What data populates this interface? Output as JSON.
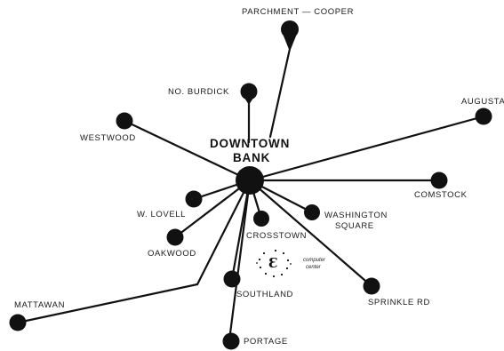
{
  "hub": {
    "line1": "DOWNTOWN",
    "line2": "BANK"
  },
  "branches": [
    {
      "id": "parchment-cooper",
      "label": "PARCHMENT — COOPER"
    },
    {
      "id": "no-burdick",
      "label": "NO. BURDICK"
    },
    {
      "id": "augusta",
      "label": "AUGUSTA"
    },
    {
      "id": "westwood",
      "label": "WESTWOOD"
    },
    {
      "id": "comstock",
      "label": "COMSTOCK"
    },
    {
      "id": "w-lovell",
      "label": "W. LOVELL"
    },
    {
      "id": "washington-square",
      "label_line1": "WASHINGTON",
      "label_line2": "SQUARE"
    },
    {
      "id": "crosstown",
      "label": "CROSSTOWN"
    },
    {
      "id": "oakwood",
      "label": "OAKWOOD"
    },
    {
      "id": "mattawan",
      "label": "MATTAWAN"
    },
    {
      "id": "southland",
      "label": "SOUTHLAND"
    },
    {
      "id": "sprinkle-rd",
      "label": "SPRINKLE RD"
    },
    {
      "id": "portage",
      "label": "PORTAGE"
    }
  ],
  "computer_center": {
    "line1": "computer",
    "line2": "center"
  },
  "colors": {
    "ink": "#111111",
    "background": "#ffffff"
  }
}
